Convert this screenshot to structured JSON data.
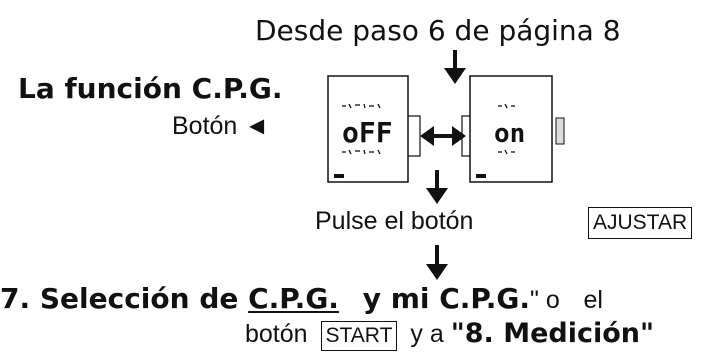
{
  "header": {
    "from_step": "Desde paso 6 de página 8"
  },
  "side": {
    "title": "La función C.P.G.",
    "button_label": "Botón ◄"
  },
  "screens": {
    "left_value": "oFF",
    "right_value": "on"
  },
  "action": {
    "press_text": "Pulse el botón",
    "button_name": "AJUSTAR"
  },
  "footer": {
    "step_prefix": "7. Selección de",
    "step_cpg": "C.P.G.",
    "step_mid": "y mi C.P.G.",
    "step_quote": "\" o",
    "step_or": "el",
    "line2_prefix": "botón",
    "start_button": "START",
    "line2_mid": "y a",
    "line2_target": "\"8. Medición\""
  }
}
